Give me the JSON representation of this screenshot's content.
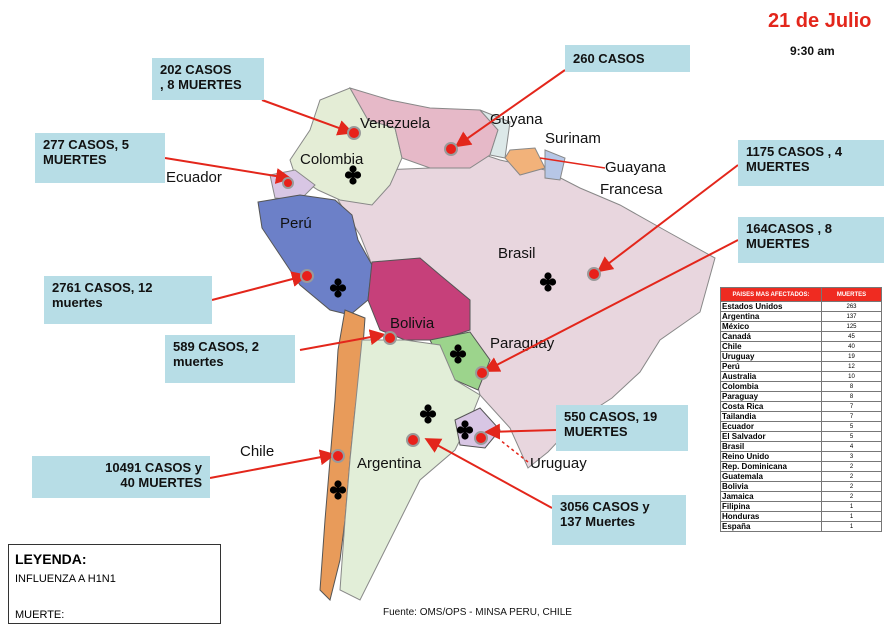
{
  "header": {
    "date": "21 de Julio",
    "time": "9:30 am"
  },
  "source": "Fuente: OMS/OPS - MINSA PERU, CHILE",
  "legend": {
    "title": "LEYENDA:",
    "influenza": "INFLUENZA A H1N1",
    "death": "MUERTE:"
  },
  "countries": {
    "venezuela": "Venezuela",
    "guyana": "Guyana",
    "surinam": "Surinam",
    "guayana1": "Guayana",
    "guayana2": "Francesa",
    "colombia": "Colombia",
    "ecuador": "Ecuador",
    "peru": "Perú",
    "brasil": "Brasil",
    "bolivia": "Bolivia",
    "paraguay": "Paraguay",
    "chile": "Chile",
    "argentina": "Argentina",
    "uruguay": "Uruguay"
  },
  "callouts": {
    "colombia": "202 CASOS\n, 8 MUERTES",
    "venezuela": "260 CASOS",
    "ecuador": "277 CASOS, 5\nMUERTES",
    "guayana": "1175  CASOS ,  4\nMUERTES",
    "brasil": "164CASOS , 8\nMUERTES",
    "peru": "2761 CASOS, 12\nmuertes",
    "bolivia": "589 CASOS, 2\nmuertes",
    "uruguay": "550 CASOS, 19\nMUERTES",
    "chile": "10491  CASOS  y\n40 MUERTES",
    "argentina": "3056 CASOS y\n137  Muertes"
  },
  "table": {
    "headers": [
      "PAISES MAS AFECTADOS:",
      "MUERTES"
    ],
    "rows": [
      [
        "Estados Unidos",
        "263"
      ],
      [
        "Argentina",
        "137"
      ],
      [
        "México",
        "125"
      ],
      [
        "Canadá",
        "45"
      ],
      [
        "Chile",
        "40"
      ],
      [
        "Uruguay",
        "19"
      ],
      [
        "Perú",
        "12"
      ],
      [
        "Australia",
        "10"
      ],
      [
        "Colombia",
        "8"
      ],
      [
        "Paraguay",
        "8"
      ],
      [
        "Costa Rica",
        "7"
      ],
      [
        "Tailandia",
        "7"
      ],
      [
        "Ecuador",
        "5"
      ],
      [
        "El Salvador",
        "5"
      ],
      [
        "Brasil",
        "4"
      ],
      [
        "Reino Unido",
        "3"
      ],
      [
        "Rep. Dominicana",
        "2"
      ],
      [
        "Guatemala",
        "2"
      ],
      [
        "Bolivia",
        "2"
      ],
      [
        "Jamaica",
        "2"
      ],
      [
        "Filipina",
        "1"
      ],
      [
        "Honduras",
        "1"
      ],
      [
        "España",
        "1"
      ]
    ]
  },
  "colors": {
    "accent": "#e3261b",
    "callout": "#b7dde6",
    "case_dot": "#e8201a",
    "table_header": "#ef2b21"
  }
}
